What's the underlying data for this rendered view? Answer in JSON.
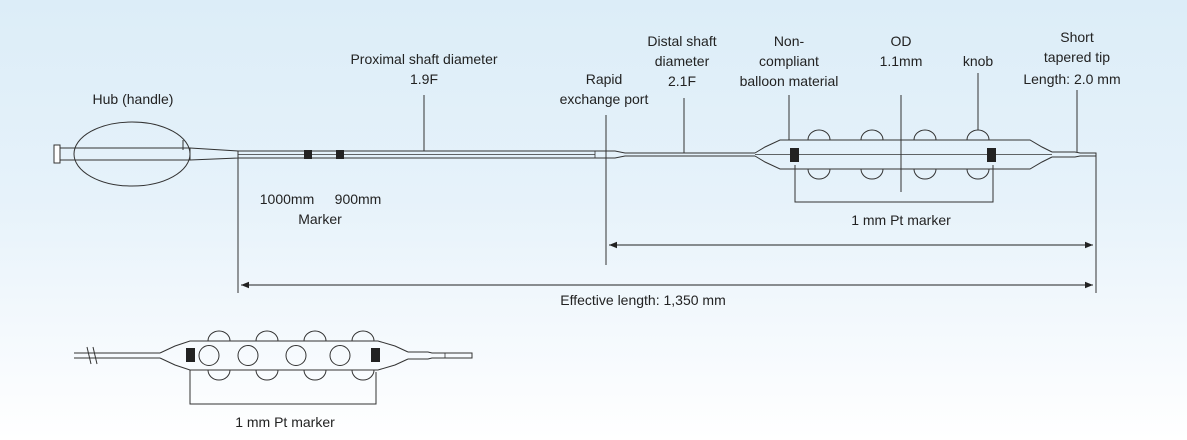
{
  "labels": {
    "hub": "Hub (handle)",
    "proximal_line1": "Proximal shaft diameter",
    "proximal_line2": "1.9F",
    "distal_line1": "Distal shaft",
    "distal_line2": "diameter",
    "distal_line3": "2.1F",
    "rapid_line1": "Rapid",
    "rapid_line2": "exchange port",
    "noncompliant_line1": "Non-",
    "noncompliant_line2": "compliant",
    "noncompliant_line3": "balloon material",
    "od_line1": "OD",
    "od_line2": "1.1mm",
    "knob": "knob",
    "tip_line1": "Short",
    "tip_line2": "tapered tip",
    "tip_line3": "Length: 2.0 mm",
    "marker_1000": "1000mm",
    "marker_900": "900mm",
    "marker": "Marker",
    "pt_marker_top": "1 mm Pt marker",
    "effective_length": "Effective length: 1,350 mm",
    "pt_marker_bottom": "1 mm Pt marker"
  }
}
